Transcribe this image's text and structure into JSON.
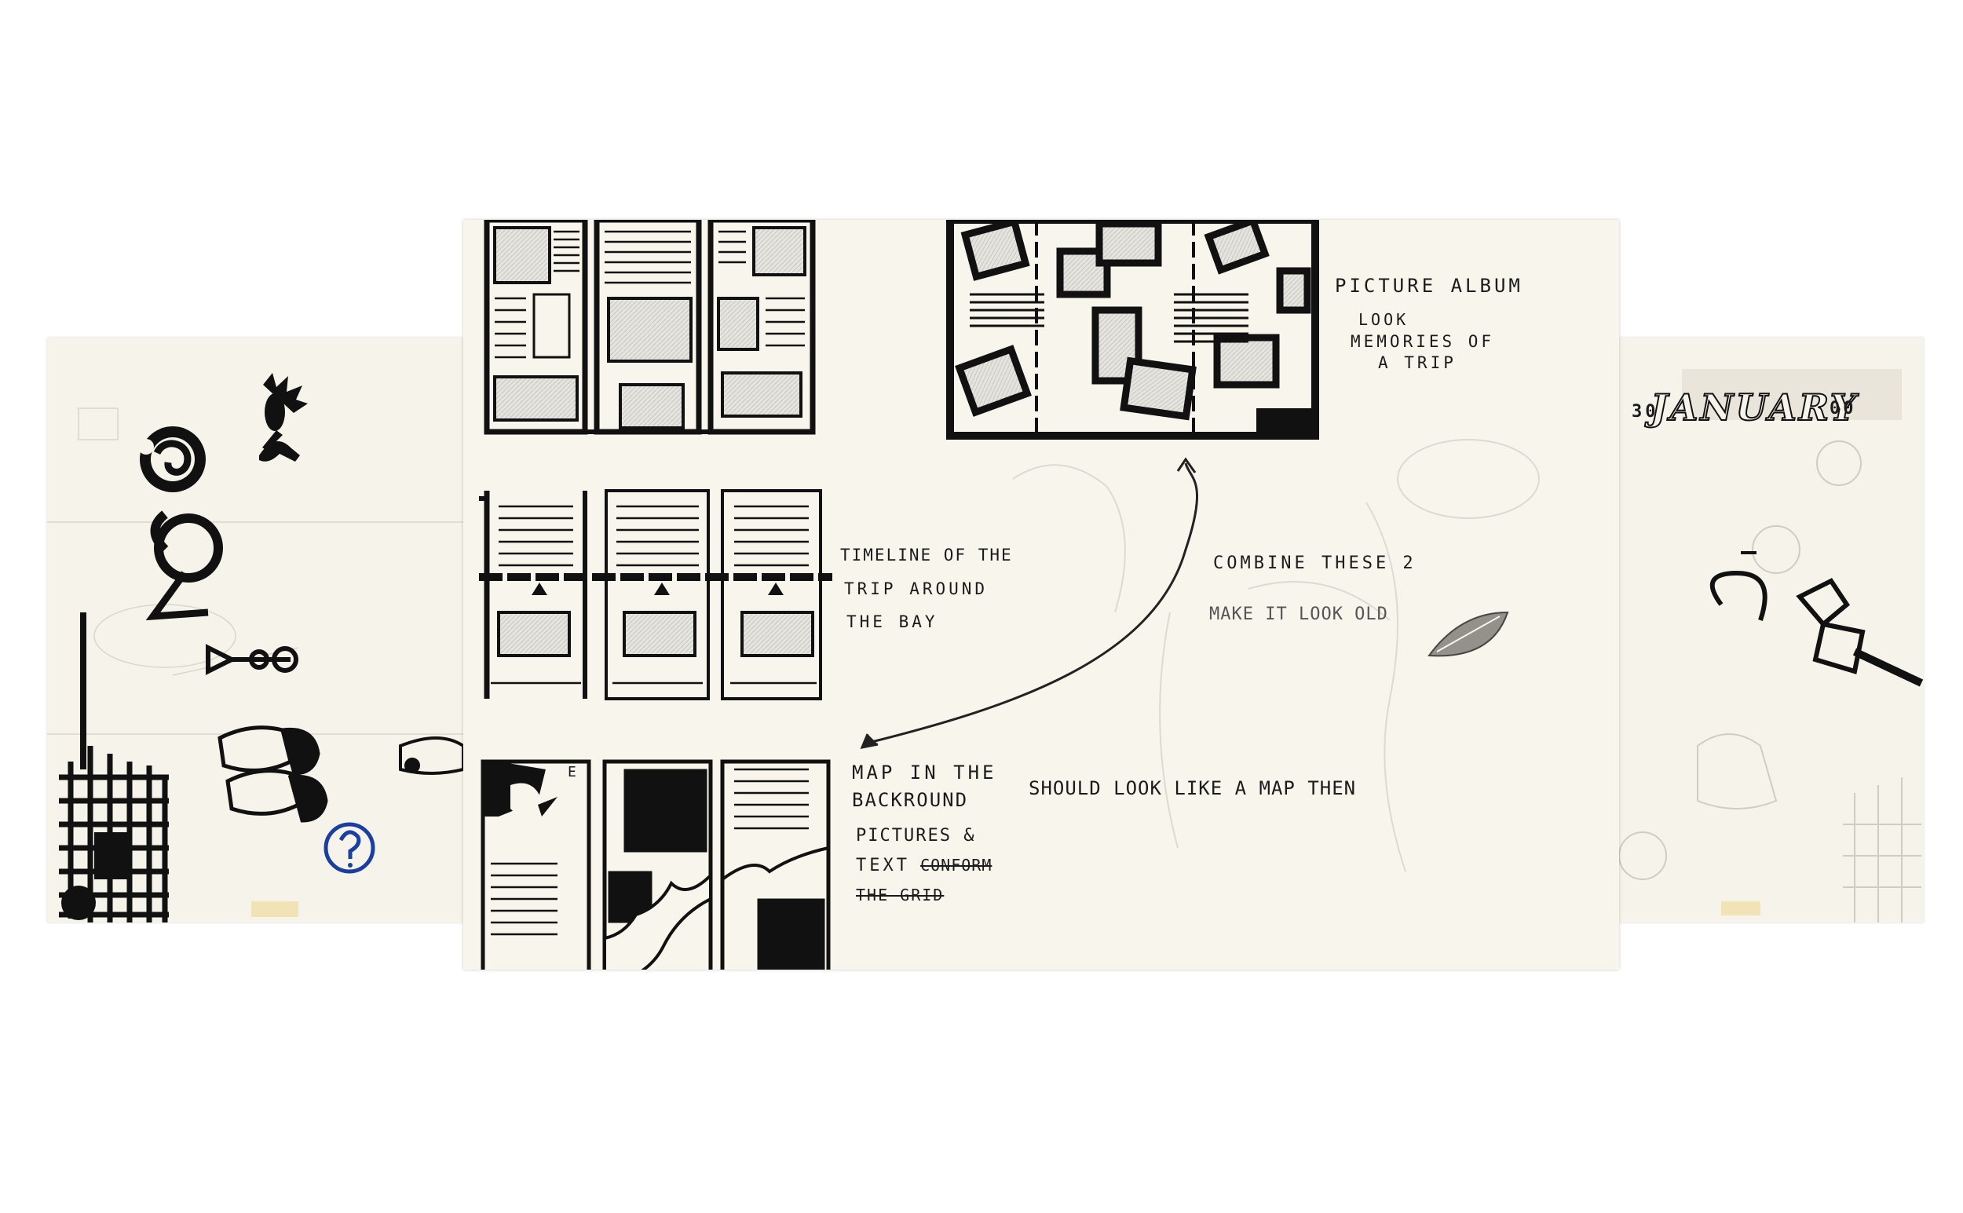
{
  "layout_sketch": {
    "album_label": "PICTURE ALBUM",
    "look_label": "LOOK",
    "memories_line1": "MEMORIES OF",
    "memories_line2": "A TRIP",
    "timeline_line1": "TIMELINE OF THE",
    "timeline_line2": "TRIP AROUND",
    "timeline_line3": "THE BAY",
    "combine_note": "COMBINE THESE 2",
    "old_note": "MAKE IT LOOK OLD",
    "map_line1": "MAP IN THE",
    "map_line2": "BACKROUND",
    "pictures_line1": "PICTURES &",
    "pictures_line2a": "TEXT",
    "pictures_line2b": "CONFORM",
    "pictures_line3": "THE GRID",
    "map_note": "SHOULD LOOK LIKE A MAP THEN",
    "grid_marker": "E"
  },
  "right_sheet": {
    "month_label": "JANUARY",
    "day_prefix": "30",
    "year_suffix": "00"
  },
  "colors": {
    "paper": "#f7f4ea",
    "ink": "#111111",
    "pencil": "#c9c6bf",
    "blue_ink": "#1b3fa0"
  }
}
